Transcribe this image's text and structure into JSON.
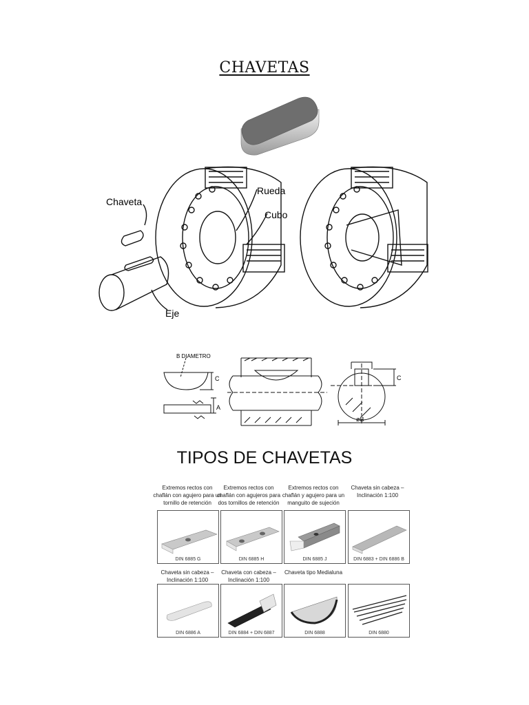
{
  "title": "CHAVETAS",
  "section_title": "TIPOS DE CHAVETAS",
  "assembly_labels": {
    "key": "Chaveta",
    "wheel": "Rueda",
    "hub": "Cubo",
    "shaft": "Eje"
  },
  "dimension_labels": {
    "diameter": "B DIAMETRO",
    "c": "C",
    "a": "A",
    "c_right": "C",
    "phi_b": "øB"
  },
  "key_types": [
    {
      "caption": "Extremos rectos con chaflán con agujero para un tornillo de retención",
      "din": "DIN 6885 G"
    },
    {
      "caption": "Extremos rectos con chaflán con agujeros para dos tornillos de retención",
      "din": "DIN 6885 H"
    },
    {
      "caption": "Extremos rectos con chaflán y agujero para un manguito de sujeción",
      "din": "DIN 6885 J"
    },
    {
      "caption": "Chaveta sin cabeza – Inclinación 1:100",
      "din": "DIN 6883 + DIN 6886 B"
    },
    {
      "caption": "Chaveta sin cabeza – Inclinación 1:100",
      "din": "DIN 6886 A"
    },
    {
      "caption": "Chaveta con cabeza – Inclinación 1:100",
      "din": "DIN 6884 + DIN 6887"
    },
    {
      "caption": "Chaveta tipo Medialuna",
      "din": "DIN 6888"
    },
    {
      "caption": "",
      "din": "DIN 6880"
    }
  ]
}
